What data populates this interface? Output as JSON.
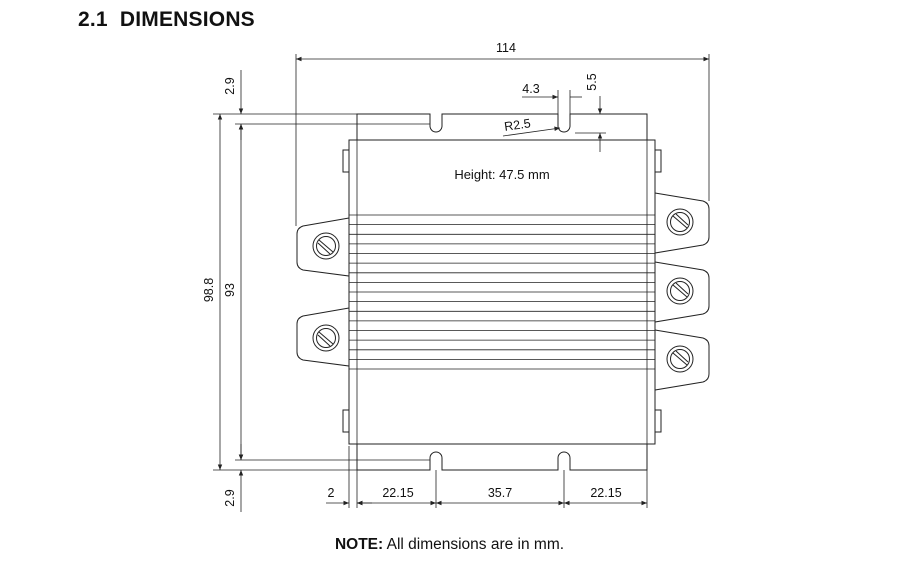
{
  "heading": {
    "number": "2.1",
    "title": "DIMENSIONS"
  },
  "drawing": {
    "height_label": "Height: 47.5 mm",
    "dims": {
      "overall_width": "114",
      "slot_width": "4.3",
      "slot_depth": "5.5",
      "slot_radius": "R2.5",
      "overall_height": "98.8",
      "body_height": "93",
      "top_offset": "2.9",
      "bottom_offset": "2.9",
      "left_offset": "2",
      "seg_left": "22.15",
      "seg_mid": "35.7",
      "seg_right": "22.15"
    }
  },
  "note": {
    "label": "NOTE:",
    "text": " All dimensions are in mm."
  }
}
